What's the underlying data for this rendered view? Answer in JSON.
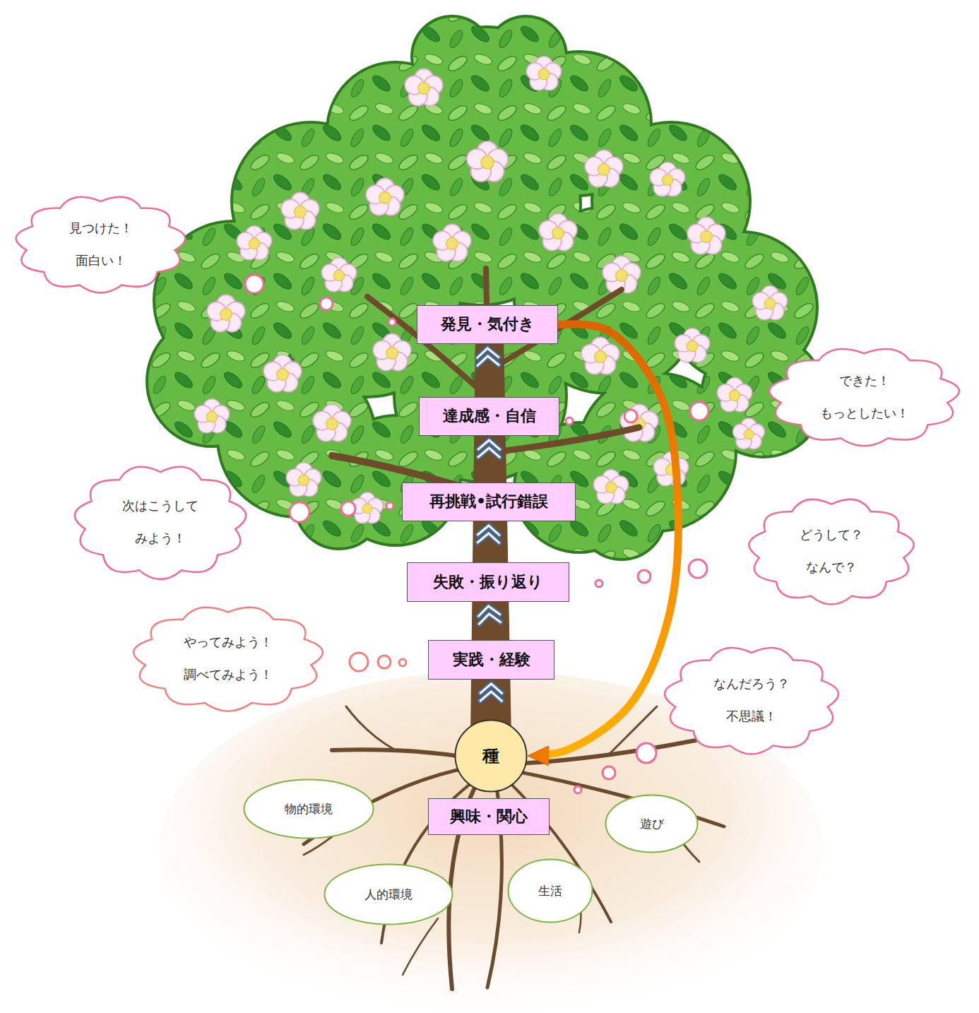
{
  "diagram": {
    "nodes": [
      {
        "text": [
          "見つけた！ 面白い！"
        ]
      },
      {
        "text": [
          "発見・気付き"
        ]
      },
      {
        "text": [
          "達成感・自信"
        ]
      },
      {
        "text": [
          "できた！ もっとしたい！"
        ]
      },
      {
        "text": [
          "次はこうして みよう！"
        ]
      },
      {
        "text": [
          "再挑戦•試行錯誤"
        ]
      },
      {
        "text": [
          "どうして？ なんで？"
        ]
      },
      {
        "text": [
          "失敗・振り返り"
        ]
      },
      {
        "text": [
          "やってみよう！ 調べてみよう！"
        ]
      },
      {
        "text": [
          "実践・経験"
        ]
      },
      {
        "text": [
          "なんだろう？ 不思議！"
        ]
      },
      {
        "text": [
          "種"
        ]
      },
      {
        "text": [
          "物的環境"
        ]
      },
      {
        "text": [
          "興味・関心"
        ]
      },
      {
        "text": [
          "遊び"
        ]
      },
      {
        "text": [
          "人的環境"
        ]
      },
      {
        "text": [
          "生活"
        ]
      }
    ],
    "edges": [
      {
        "from": 11,
        "to": 9,
        "arrow": "to"
      },
      {
        "from": 9,
        "to": 7,
        "arrow": "to"
      },
      {
        "from": 7,
        "to": 5,
        "arrow": "to"
      },
      {
        "from": 5,
        "to": 2,
        "arrow": "to"
      },
      {
        "from": 2,
        "to": 1,
        "arrow": "to"
      },
      {
        "from": 1,
        "to": 11,
        "arrow": "to"
      }
    ]
  }
}
